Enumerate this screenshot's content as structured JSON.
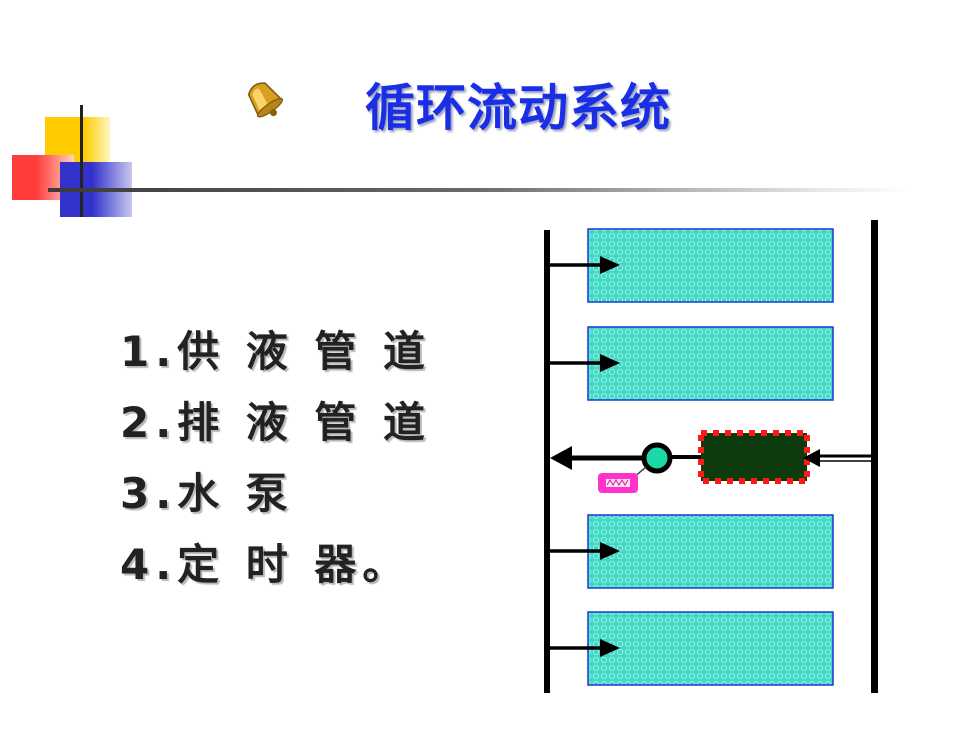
{
  "title": "循环流动系统",
  "components": [
    {
      "label": "1.供 液 管 道"
    },
    {
      "label": "2.排 液 管 道"
    },
    {
      "label": "3.水 泵"
    },
    {
      "label": "4.定 时 器。"
    }
  ],
  "colors": {
    "title": "#1a2ee6",
    "tray_fill": "#3fd8c4",
    "tray_border": "#1a38d8",
    "pump_body": "#0d3b0d",
    "pump_dash": "#ff1a1a",
    "impeller": "#1ad8a8",
    "timer": "#ff33cc",
    "deco_yellow": "#ffcc00",
    "deco_red": "#ff3333",
    "deco_blue": "#3333cc"
  },
  "icons": [
    "bell-icon"
  ]
}
